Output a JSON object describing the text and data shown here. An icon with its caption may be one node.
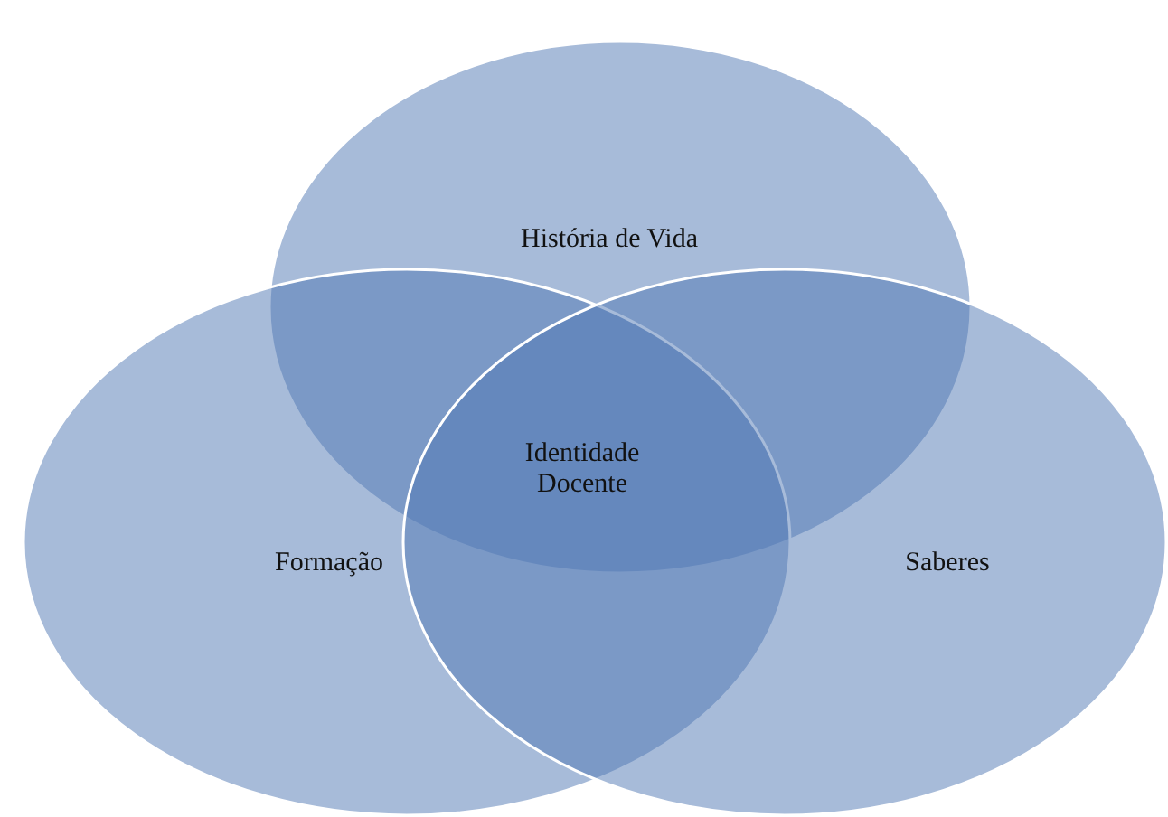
{
  "diagram": {
    "nodes": [
      {
        "text": [
          "História de Vida"
        ]
      },
      {
        "text": [
          "Formação"
        ]
      },
      {
        "text": [
          "Saberes"
        ]
      }
    ],
    "edges": [],
    "labels": [
      "Identidade Docente"
    ]
  }
}
